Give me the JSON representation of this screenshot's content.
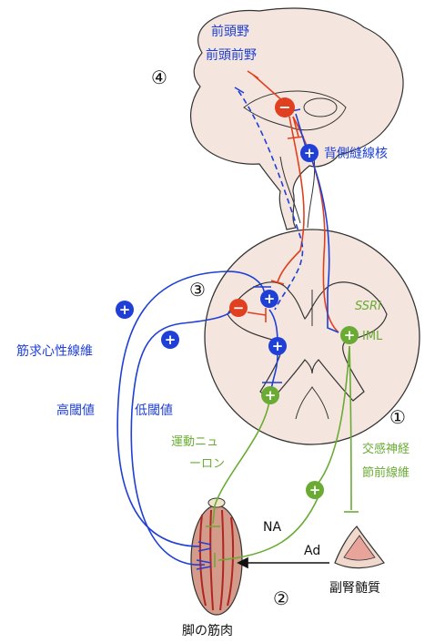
{
  "colors": {
    "blue": "#1f3fd6",
    "red": "#e0401f",
    "green": "#6aab34",
    "black": "#111111",
    "tissue_fill": "#f4e6df",
    "muscle_fill": "#d49a8a",
    "muscle_fiber": "#b0251f",
    "adrenal_fill": "#f0d8cc"
  },
  "labels": {
    "prefrontal_1": "前頭野",
    "prefrontal_2": "前頭前野",
    "raphe": "背側縫線核",
    "ssri": "SSRI",
    "iml": "IML",
    "spindle_afferent": "筋求心性線維",
    "high_threshold": "高閾値",
    "low_threshold": "低閾値",
    "motor_neuron_1": "運動ニュ",
    "motor_neuron_2": "ーロン",
    "sympathetic_1": "交感神経",
    "sympathetic_2": "節前線維",
    "na": "NA",
    "ad": "Ad",
    "adrenal_medulla": "副腎髄質",
    "leg_muscle": "脚の筋肉"
  },
  "markers": {
    "m1": "①",
    "m2": "②",
    "m3": "③",
    "m4": "④"
  },
  "signs": {
    "plus": "+",
    "minus": "−"
  }
}
